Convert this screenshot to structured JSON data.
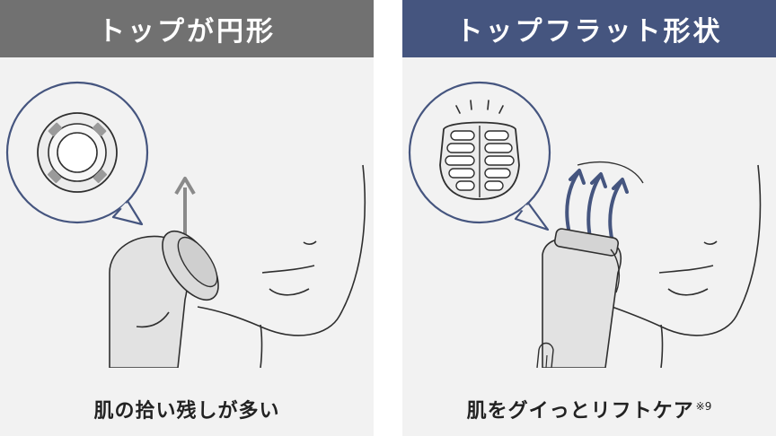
{
  "left_panel": {
    "title": "トップが円形",
    "caption": "肌の拾い残しが多い",
    "colors": {
      "header": "#717171",
      "outline": "#45557f",
      "arrow": "#8a8a8a",
      "device": "#e2e2e2"
    }
  },
  "right_panel": {
    "title": "トップフラット形状",
    "caption": "肌をグイっとリフトケア",
    "footnote": "※9",
    "colors": {
      "header": "#45557f",
      "outline": "#45557f",
      "arrow": "#45557f",
      "device": "#e2e2e2"
    }
  },
  "background": "#f2f2f2"
}
